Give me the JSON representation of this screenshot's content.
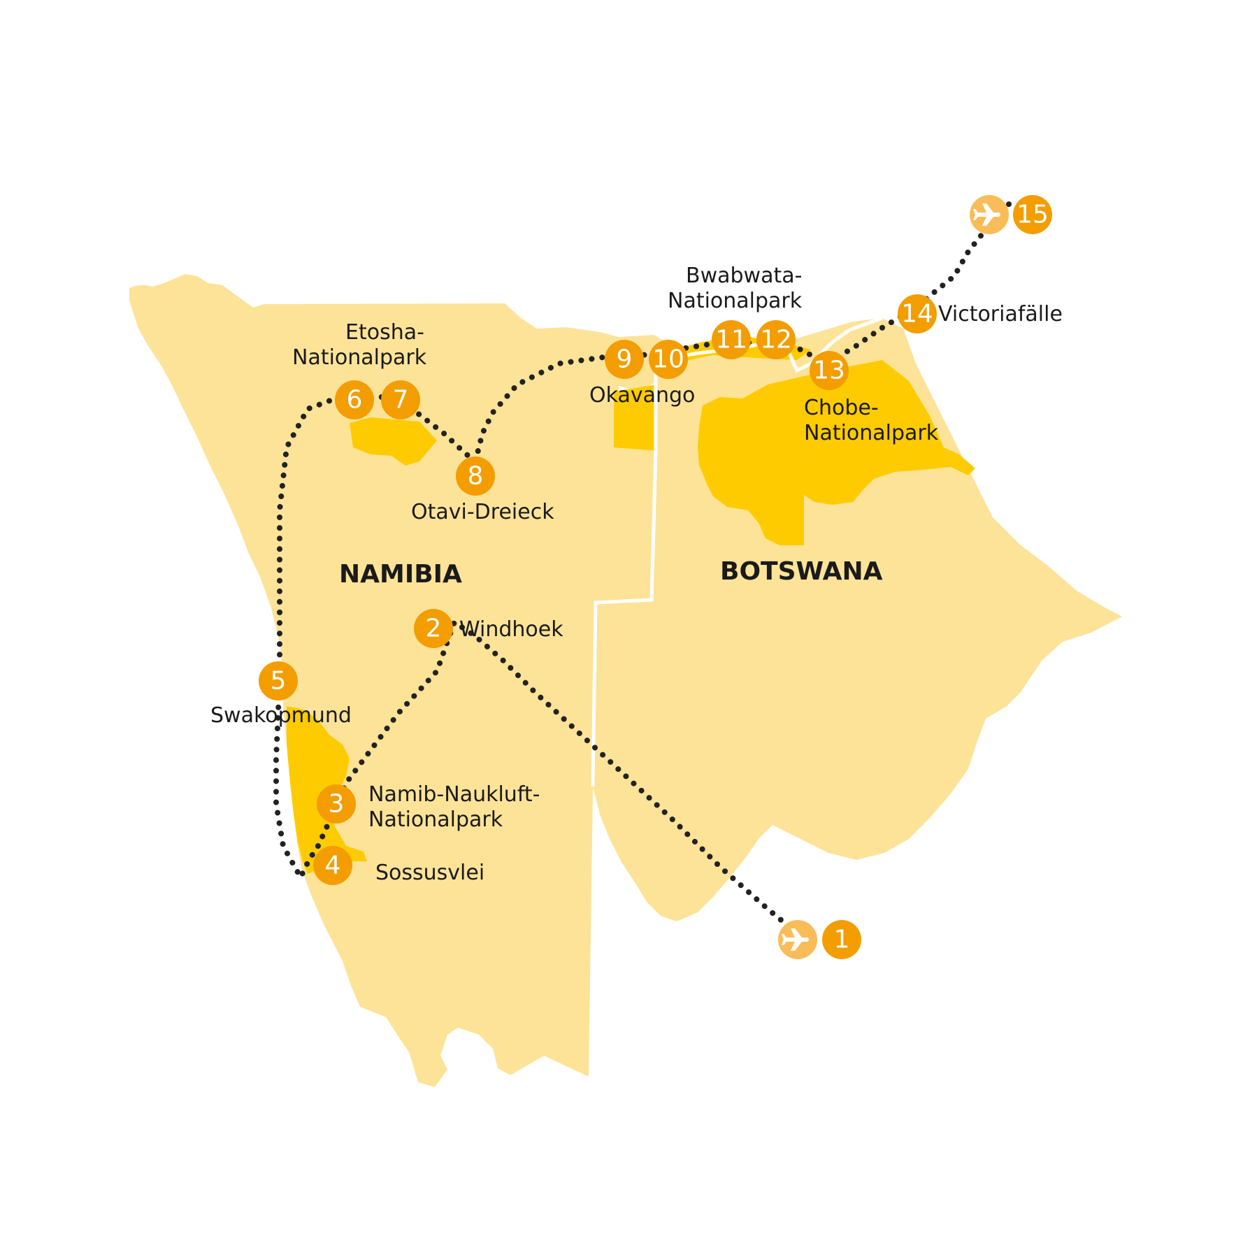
{
  "colors": {
    "land": "#FDE398",
    "park": "#FECB00",
    "marker": "#F39D00",
    "airport": "#F8BD59",
    "route": "#222222",
    "border": "#ffffff"
  },
  "countries": {
    "namibia": "NAMIBIA",
    "botswana": "BOTSWANA"
  },
  "places": {
    "etosha_l1": "Etosha-",
    "etosha_l2": "Nationalpark",
    "otavi": "Otavi-Dreieck",
    "okavango": "Okavango",
    "bwabwata_l1": "Bwabwata-",
    "bwabwata_l2": "Nationalpark",
    "chobe_l1": "Chobe-",
    "chobe_l2": "Nationalpark",
    "victoria": "Victoriafälle",
    "windhoek": "Windhoek",
    "swakopmund": "Swakopmund",
    "namib_l1": "Namib-Naukluft-",
    "namib_l2": "Nationalpark",
    "sossusvlei": "Sossusvlei"
  },
  "stops": {
    "s1": "1",
    "s2": "2",
    "s3": "3",
    "s4": "4",
    "s5": "5",
    "s6": "6",
    "s7": "7",
    "s8": "8",
    "s9": "9",
    "s10": "10",
    "s11": "11",
    "s12": "12",
    "s13": "13",
    "s14": "14",
    "s15": "15"
  },
  "icons": {
    "start": "airplane-icon",
    "end": "airplane-icon"
  }
}
